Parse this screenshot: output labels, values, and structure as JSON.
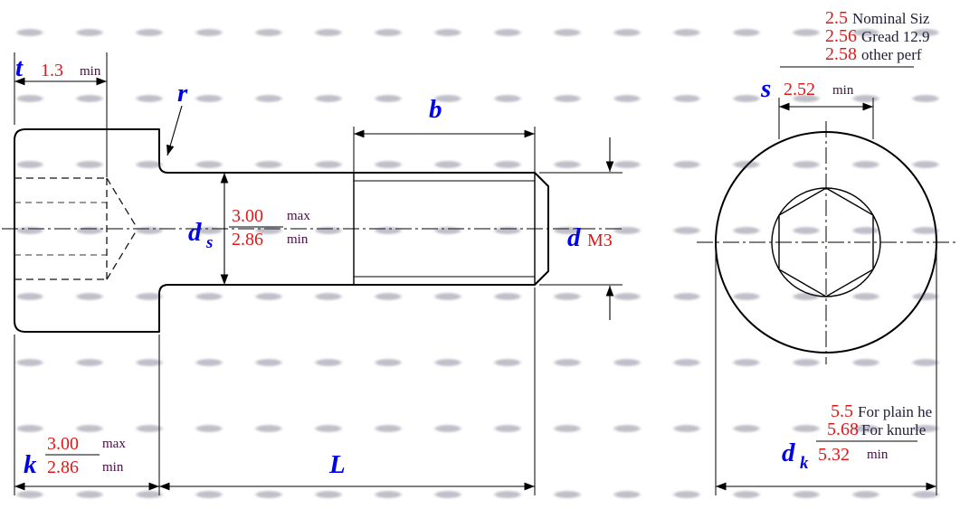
{
  "drawing": {
    "title": "Hex socket head cap screw M3 - dimensional drawing",
    "colors": {
      "label_blue": "#0000f0",
      "value_red": "#e01818",
      "qualifier_purple": "#431043",
      "note_dark": "#202038",
      "line_black": "#000000"
    },
    "side_view": {
      "t": {
        "label": "t",
        "value": "1.3",
        "qualifier": "min"
      },
      "r": {
        "label": "r"
      },
      "b": {
        "label": "b"
      },
      "ds": {
        "label": "d",
        "sub": "s",
        "max_value": "3.00",
        "max_qualifier": "max",
        "min_value": "2.86",
        "min_qualifier": "min"
      },
      "d": {
        "label": "d",
        "value": "M3"
      },
      "k": {
        "label": "k",
        "max_value": "3.00",
        "max_qualifier": "max",
        "min_value": "2.86",
        "min_qualifier": "min"
      },
      "L": {
        "label": "L"
      }
    },
    "end_view": {
      "s": {
        "label": "s",
        "value": "2.52",
        "qualifier": "min",
        "notes": [
          {
            "value": "2.5",
            "text": "Nominal Siz"
          },
          {
            "value": "2.56",
            "text": "Gread 12.9"
          },
          {
            "value": "2.58",
            "text": "other perf"
          }
        ]
      },
      "dk": {
        "label": "d",
        "sub": "k",
        "value": "5.32",
        "qualifier": "min",
        "notes": [
          {
            "value": "5.5",
            "text": "For plain he"
          },
          {
            "value": "5.68",
            "text": "For knurle"
          }
        ]
      }
    }
  }
}
